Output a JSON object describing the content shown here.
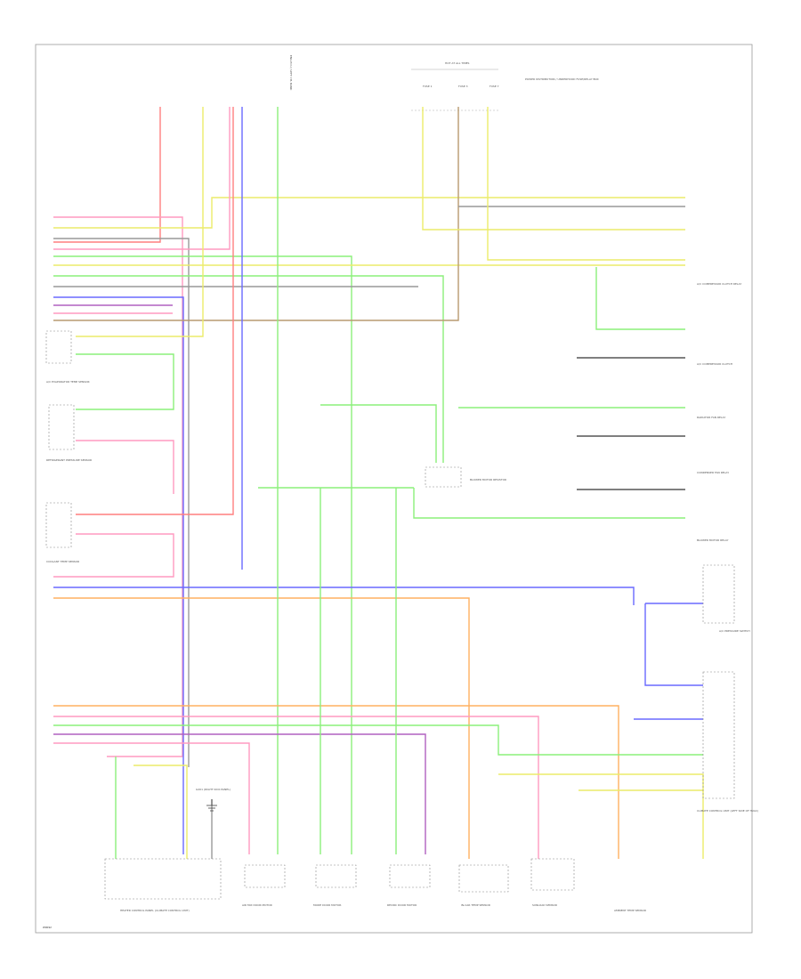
{
  "colors": {
    "red": "#ff7f7f",
    "pink": "#ff9ac0",
    "blue": "#6a6aff",
    "green": "#8cf07a",
    "yellow": "#ecec6a",
    "orange": "#ffb060",
    "gray": "#999999",
    "purple": "#b060c0",
    "brown": "#b89a70",
    "dark": "#555555"
  },
  "diagram_code": "W0092",
  "top_connector": {
    "label": "ENG ECU / LEFT CYL BANK"
  },
  "fuse_block": {
    "title": "HOT AT ALL TIMES",
    "fuses": [
      "FUSE 1",
      "FUSE 3",
      "FUSE 7"
    ],
    "side_label": "POWER DISTRIBUTION / UNDERHOOD FUSE/RELAY BOX"
  },
  "left_components": [
    {
      "id": "c1",
      "label": "A/C EVAPORATOR TEMP SENSOR"
    },
    {
      "id": "c2",
      "label": "REFRIGERANT PRESSURE SENSOR"
    },
    {
      "id": "c3",
      "label": "COOLANT TEMP SENSOR"
    }
  ],
  "right_components": [
    {
      "id": "r1",
      "label": "A/C COMPRESSOR CLUTCH RELAY"
    },
    {
      "id": "r2",
      "label": "A/C COMPRESSOR CLUTCH"
    },
    {
      "id": "r3",
      "label": "RADIATOR FAN RELAY"
    },
    {
      "id": "r4",
      "label": "CONDENSER FAN RELAY"
    },
    {
      "id": "r5",
      "label": "BLOWER MOTOR RELAY"
    },
    {
      "id": "r6",
      "label": "A/C PRESSURE SWITCH"
    },
    {
      "id": "r7",
      "label": "CLIMATE CONTROL UNIT (LEFT SIDE OF HVAC)"
    }
  ],
  "middle_component": {
    "label": "BLOWER MOTOR RESISTOR"
  },
  "ground_label": "G201 (RIGHT KICK PANEL)",
  "bottom_components": [
    {
      "id": "b1",
      "label": "HEATER CONTROL PANEL (CLIMATE CONTROL UNIT)"
    },
    {
      "id": "b2",
      "label": "AIR MIX DOOR MOTOR"
    },
    {
      "id": "b3",
      "label": "MODE DOOR MOTOR"
    },
    {
      "id": "b4",
      "label": "RECIRC DOOR MOTOR"
    },
    {
      "id": "b5",
      "label": "IN-CAR TEMP SENSOR"
    },
    {
      "id": "b6",
      "label": "SUNLOAD SENSOR"
    },
    {
      "id": "b7",
      "label": "AMBIENT TEMP SENSOR"
    }
  ]
}
